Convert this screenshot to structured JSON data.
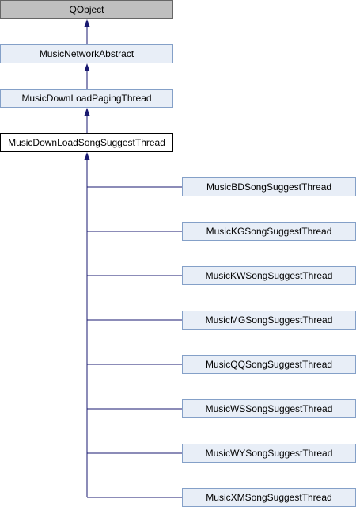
{
  "diagram": {
    "title": "",
    "nodes": [
      {
        "id": "qobject",
        "label": "QObject",
        "style": "gray"
      },
      {
        "id": "network_abstract",
        "label": "MusicNetworkAbstract",
        "style": "link"
      },
      {
        "id": "paging_thread",
        "label": "MusicDownLoadPagingThread",
        "style": "link"
      },
      {
        "id": "song_suggest_thread",
        "label": "MusicDownLoadSongSuggestThread",
        "style": "current"
      }
    ],
    "subclasses": [
      {
        "id": "bd",
        "label": "MusicBDSongSuggestThread"
      },
      {
        "id": "kg",
        "label": "MusicKGSongSuggestThread"
      },
      {
        "id": "kw",
        "label": "MusicKWSongSuggestThread"
      },
      {
        "id": "mg",
        "label": "MusicMGSongSuggestThread"
      },
      {
        "id": "qq",
        "label": "MusicQQSongSuggestThread"
      },
      {
        "id": "ws",
        "label": "MusicWSSongSuggestThread"
      },
      {
        "id": "wy",
        "label": "MusicWYSongSuggestThread"
      },
      {
        "id": "xm",
        "label": "MusicXMSongSuggestThread"
      }
    ],
    "edges": [
      {
        "from": "network_abstract",
        "to": "qobject"
      },
      {
        "from": "paging_thread",
        "to": "network_abstract"
      },
      {
        "from": "song_suggest_thread",
        "to": "paging_thread"
      },
      {
        "from": "bd",
        "to": "song_suggest_thread"
      },
      {
        "from": "kg",
        "to": "song_suggest_thread"
      },
      {
        "from": "kw",
        "to": "song_suggest_thread"
      },
      {
        "from": "mg",
        "to": "song_suggest_thread"
      },
      {
        "from": "qq",
        "to": "song_suggest_thread"
      },
      {
        "from": "ws",
        "to": "song_suggest_thread"
      },
      {
        "from": "wy",
        "to": "song_suggest_thread"
      },
      {
        "from": "xm",
        "to": "song_suggest_thread"
      }
    ],
    "colors": {
      "edge": "#191970",
      "node_border": "#84a0c8",
      "node_fill": "#e8eef7",
      "base_fill": "#bfbfbf",
      "current_fill": "#ffffff"
    }
  }
}
